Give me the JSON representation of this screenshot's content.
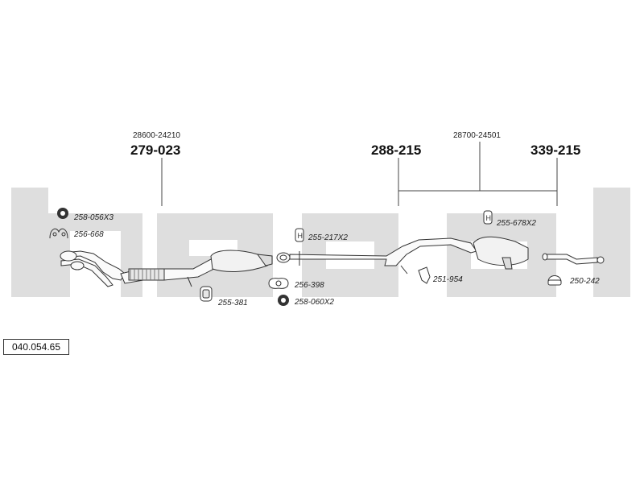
{
  "watermark_color": "#dedede",
  "codes": {
    "c1": "279-023",
    "c2": "288-215",
    "c3": "339-215"
  },
  "oem": {
    "o1": "28600-24210",
    "o2": "28700-24501"
  },
  "parts": {
    "p1": "258-056X3",
    "p2": "256-668",
    "p3": "255-381",
    "p4": "255-217X2",
    "p5": "256-398",
    "p6": "258-060X2",
    "p7": "251-954",
    "p8": "255-678X2",
    "p9": "250-242"
  },
  "reference": "040.054.65"
}
